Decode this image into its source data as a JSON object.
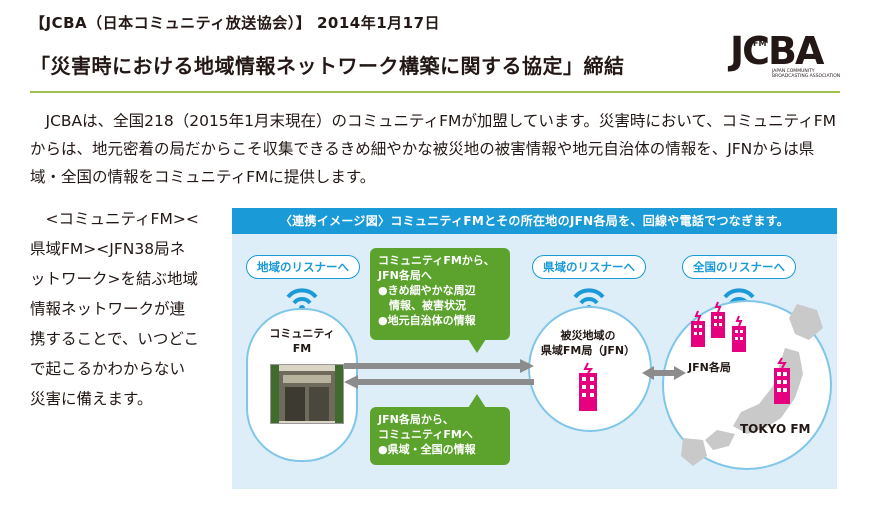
{
  "header": {
    "line1": "【JCBA（日本コミュニティ放送協会）】 2014年1月17日",
    "line2": "「災害時における地域情報ネットワーク構築に関する協定」締結"
  },
  "logo": {
    "text": "JCBA",
    "small_text": "FM",
    "caption1": "JAPAN COMMUNITY",
    "caption2": "BROADCASTING ASSOCIATION"
  },
  "body": {
    "paragraph": "JCBAは、全国218（2015年1月末現在）のコミュニティFMが加盟しています。災害時において、コミュニティFMからは、地元密着の局だからこそ収集できるきめ細やかな被災地の被害情報や地元自治体の情報を、JFNからは県域・全国の情報をコミュニティFMに提供します。",
    "side_text": "<コミュニティFM><県域FM><JFN38局ネットワーク>を結ぶ地域情報ネットワークが連携することで、いつどこで起こるかわからない災害に備えます。"
  },
  "diagram": {
    "banner": "〈連携イメージ図〉コミュニティFMとその所在地のJFN各局を、回線や電話でつなぎます。",
    "pill_local": "地域のリスナーへ",
    "pill_pref": "県域のリスナーへ",
    "pill_national": "全国のリスナーへ",
    "community_label1": "コミュニティ",
    "community_label2": "FM",
    "box_top": [
      "コミュニティFMから、",
      "JFN各局へ",
      "●きめ細やかな周辺",
      "　情報、被害状況",
      "●地元自治体の情報"
    ],
    "box_bottom": [
      "JFN各局から、",
      "コミュニティFMへ",
      "●県域・全国の情報"
    ],
    "pref_label1": "被災地域の",
    "pref_label2": "県域FM局（JFN）",
    "jfn_label": "JFN各局",
    "tokyo_label": "TOKYO FM",
    "colors": {
      "banner_blue": "#1a9ad6",
      "green": "#5ca32d",
      "pink": "#e4007f",
      "bg_light_blue": "#ddeef9",
      "rule_green": "#9cc24a"
    }
  }
}
